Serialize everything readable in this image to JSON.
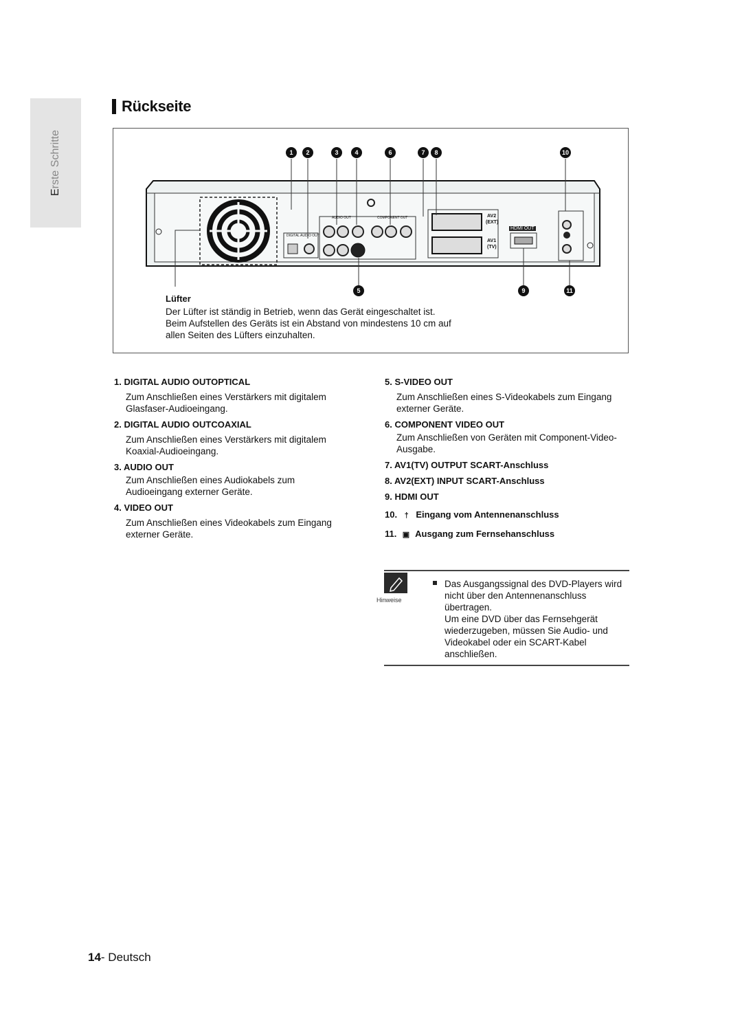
{
  "sidebar": {
    "section_first": "E",
    "section_rest": "rste Schritte"
  },
  "title": "Rückseite",
  "figure": {
    "markers_top": [
      "1",
      "2",
      "3",
      "4",
      "6",
      "7",
      "8",
      "10"
    ],
    "markers_bottom": [
      "5",
      "9",
      "11"
    ],
    "panel_labels": {
      "hdmi": "HDMI OUT",
      "av2": "AV2",
      "av2_sub": "(EXT)",
      "av1": "AV1",
      "av1_sub": "(TV)",
      "audio_out": "AUDIO OUT",
      "component": "COMPONENT OUT",
      "digital": "DIGITAL AUDIO OUT"
    },
    "fan_heading": "Lüfter",
    "fan_text": "Der Lüfter ist ständig in Betrieb, wenn das Gerät eingeschaltet ist. Beim Aufstellen des Geräts ist ein Abstand von mindestens 10 cm auf allen Seiten des Lüfters einzuhalten."
  },
  "left_items": [
    {
      "heading": "1. DIGITAL AUDIO OUTOPTICAL",
      "desc": "Zum Anschließen eines Verstärkers mit digitalem Glasfaser-Audioeingang."
    },
    {
      "heading": "2. DIGITAL AUDIO OUTCOAXIAL",
      "desc": "Zum Anschließen eines Verstärkers mit digitalem Koaxial-Audioeingang."
    },
    {
      "heading": "3. AUDIO OUT",
      "desc": "Zum Anschließen eines Audiokabels zum Audioeingang externer Geräte."
    },
    {
      "heading": "4. VIDEO OUT",
      "desc": "Zum Anschließen eines Videokabels zum Eingang externer Geräte."
    }
  ],
  "right_items": [
    {
      "heading": "5. S-VIDEO OUT",
      "desc": "Zum Anschließen eines S-Videokabels zum Eingang externer Geräte."
    },
    {
      "heading": "6. COMPONENT VIDEO OUT",
      "desc": "Zum Anschließen von Geräten mit Component-Video-Ausgabe."
    },
    {
      "heading": "7. AV1(TV) OUTPUT SCART-Anschluss"
    },
    {
      "heading": "8. AV2(EXT) INPUT SCART-Anschluss"
    },
    {
      "heading": "9. HDMI OUT"
    },
    {
      "heading": "10.",
      "heading_rest": "Eingang vom Antennenanschluss",
      "icon": "antenna-icon"
    },
    {
      "heading": "11.",
      "heading_rest": "Ausgang zum Fernsehanschluss",
      "icon": "tv-icon"
    }
  ],
  "note": {
    "label": "Hinweise",
    "text1": "Das Ausgangssignal des DVD-Players wird nicht über den Antennenanschluss übertragen.",
    "text2": "Um eine DVD über das Fernsehgerät wiederzugeben, müssen Sie Audio- und Videokabel oder ein SCART-Kabel anschließen."
  },
  "footer": {
    "page": "14",
    "language": "- Deutsch"
  }
}
